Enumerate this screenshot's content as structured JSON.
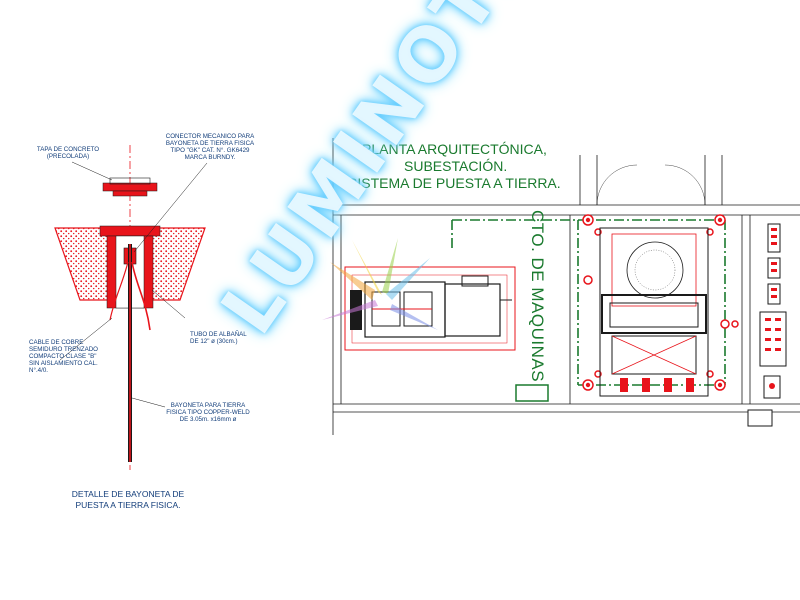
{
  "colors": {
    "line": "#1a1a1a",
    "red": "#e8141b",
    "green": "#1a7a2e",
    "label": "#123d7a",
    "glow": "#46c0ff"
  },
  "detail": {
    "labels": {
      "tapa": [
        "TAPA DE CONCRETO",
        "(PRECOLADA)"
      ],
      "conector": [
        "CONECTOR MECANICO PARA",
        "BAYONETA DE TIERRA FISICA",
        "TIPO \"GK\" CAT. N°. GK6429",
        "MARCA BURNDY."
      ],
      "cable": [
        "CABLE DE COBRE",
        "SEMIDURO TRENZADO",
        "COMPACTO CLASE \"B\"",
        "SIN AISLAMIENTO CAL.",
        "N°.4/0."
      ],
      "tubo": [
        "TUBO DE ALBAÑAL",
        "DE 12\" ø (30cm.)"
      ],
      "bayoneta": [
        "BAYONETA PARA TIERRA",
        "FISICA TIPO COPPER-WELD",
        "DE 3.05m. x16mm ø"
      ]
    },
    "caption": [
      "DETALLE DE BAYONETA DE",
      "PUESTA A TIERRA FISICA."
    ]
  },
  "plan": {
    "title": [
      "PLANTA ARQUITECTÓNICA,",
      "SUBESTACIÓN.",
      "SISTEMA DE PUESTA A TIERRA."
    ],
    "room_label": "CTO. DE MAQUINAS"
  },
  "watermark": {
    "text": "LUMINOTECNIA",
    "icon": "sunburst-logo-icon"
  }
}
